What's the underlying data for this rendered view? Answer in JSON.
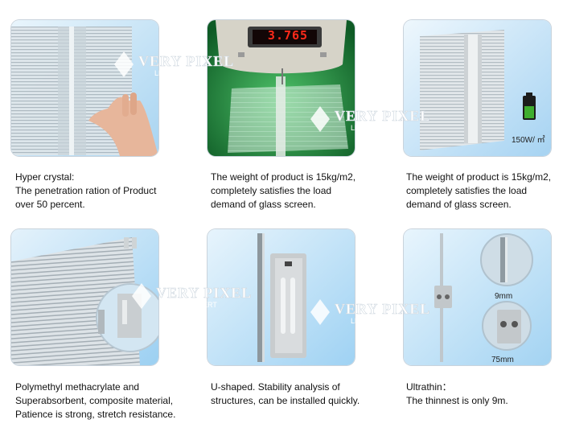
{
  "watermark": {
    "title": "VERY PIXEL",
    "subtitle": "LED EXPERT"
  },
  "panels": [
    {
      "caption": [
        "Hyper crystal:",
        "The penetration ration of Product",
        "over 50 percent."
      ]
    },
    {
      "display_reading": "3.765",
      "caption": [
        "The weight of product is 15kg/m2,",
        "completely satisfies the load",
        "demand of glass screen."
      ]
    },
    {
      "power_label": "150W/ ㎡",
      "caption": [
        "The weight of product is 15kg/m2,",
        "completely satisfies the load",
        "demand of glass screen."
      ]
    },
    {
      "caption": [
        "Polymethyl methacrylate and",
        "Superabsorbent, composite material,",
        "Patience is strong, stretch resistance."
      ]
    },
    {
      "caption": [
        "U-shaped. Stability analysis of",
        "structures, can be installed quickly."
      ]
    },
    {
      "label_top": "9mm",
      "label_bottom": "75mm",
      "caption": [
        "Ultrathin：",
        "The thinnest is only 9m."
      ]
    }
  ],
  "colors": {
    "panel_blue": "#b9dcf3",
    "led_red": "#ff2a1a",
    "scale_green": "#1e8a3c",
    "battery_green": "#3fae2f"
  }
}
